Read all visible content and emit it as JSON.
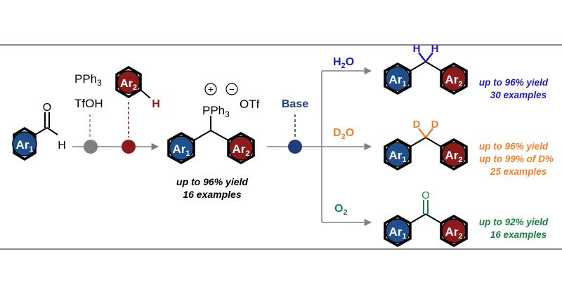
{
  "colors": {
    "ar1_fill": "#1f4f8c",
    "ar2_fill": "#8b1a1a",
    "h2o_blue": "#1a1acc",
    "d2o_orange": "#f08030",
    "o2_green": "#1a8040",
    "base_navy": "#1f3d7a",
    "gray_dot": "#808080",
    "dashed_red": "#8b1a1a",
    "line_gray": "#808080"
  },
  "reagents": {
    "r1": "PPh",
    "r1_sub": "3",
    "r2": "TfOH",
    "aldehyde_O": "O",
    "aldehyde_H": "H",
    "ar2_H": "H"
  },
  "rings": {
    "ar1": "Ar",
    "ar1_sub": "1",
    "ar2": "Ar",
    "ar2_sub": "2"
  },
  "intermediate": {
    "plus": "+",
    "minus": "−",
    "pph3": "PPh",
    "pph3_sub": "3",
    "otf": "OTf",
    "yield": "up to 96% yield",
    "examples": "16 examples"
  },
  "base": {
    "label": "Base"
  },
  "branches": {
    "h2o": {
      "reagent_main": "H",
      "reagent_sub": "2",
      "reagent_tail": "O",
      "atom1": "H",
      "atom2": "H",
      "yield": "up to 96% yield",
      "examples": "30 examples"
    },
    "d2o": {
      "reagent_main": "D",
      "reagent_sub": "2",
      "reagent_tail": "O",
      "atom1": "D",
      "atom2": "D",
      "yield": "up to 96% yield",
      "dpct": "up to 99% of D%",
      "examples": "25 examples"
    },
    "o2": {
      "reagent_main": "O",
      "reagent_sub": "2",
      "atom1": "O",
      "yield": "up to 92% yield",
      "examples": "16 examples"
    }
  }
}
